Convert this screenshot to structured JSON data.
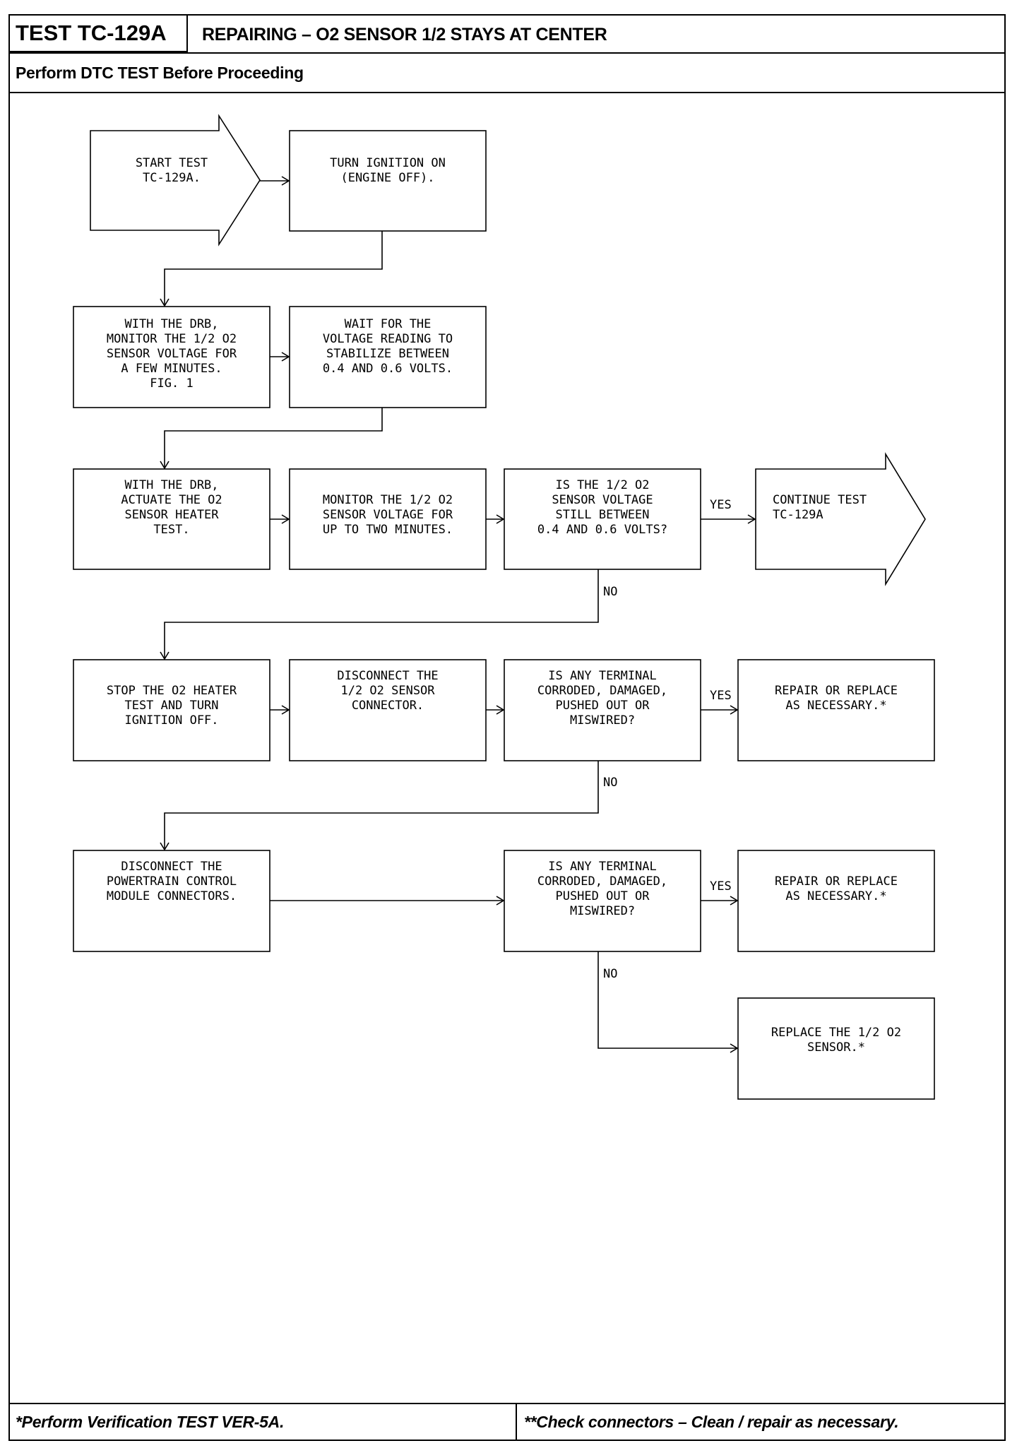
{
  "header": {
    "test_id": "TEST TC-129A",
    "title": "REPAIRING – O2 SENSOR 1/2 STAYS AT CENTER",
    "subtitle": "Perform DTC TEST Before Proceeding"
  },
  "footer": {
    "left": "*Perform Verification TEST VER-5A.",
    "right": "**Check connectors – Clean / repair as necessary."
  },
  "steps": {
    "start": [
      "START TEST",
      "TC-129A."
    ],
    "ignition_on": [
      "TURN IGNITION ON",
      "(ENGINE OFF)."
    ],
    "monitor_few": [
      "WITH THE DRB,",
      "MONITOR THE 1/2 O2",
      "SENSOR VOLTAGE FOR",
      "A FEW MINUTES.",
      "FIG. 1"
    ],
    "wait_stabilize": [
      "WAIT FOR THE",
      "VOLTAGE READING TO",
      "STABILIZE BETWEEN",
      "0.4 AND 0.6 VOLTS."
    ],
    "actuate_heater": [
      "WITH THE DRB,",
      "ACTUATE THE O2",
      "SENSOR HEATER",
      "TEST."
    ],
    "monitor_two": [
      "MONITOR THE 1/2 O2",
      "SENSOR VOLTAGE FOR",
      "UP TO TWO MINUTES."
    ],
    "q_still_between": [
      "IS THE 1/2 O2",
      "SENSOR VOLTAGE",
      "STILL BETWEEN",
      "0.4 AND 0.6 VOLTS?"
    ],
    "continue": [
      "CONTINUE TEST",
      "TC-129A"
    ],
    "stop_heater": [
      "STOP THE O2 HEATER",
      "TEST AND TURN",
      "IGNITION OFF."
    ],
    "disconnect_sensor": [
      "DISCONNECT THE",
      "1/2 O2 SENSOR",
      "CONNECTOR."
    ],
    "q_terminal_1": [
      "IS ANY TERMINAL",
      "CORRODED, DAMAGED,",
      "PUSHED OUT OR",
      "MISWIRED?"
    ],
    "repair_1": [
      "REPAIR OR REPLACE",
      "AS NECESSARY.*"
    ],
    "disconnect_pcm": [
      "DISCONNECT THE",
      "POWERTRAIN CONTROL",
      "MODULE CONNECTORS."
    ],
    "q_terminal_2": [
      "IS ANY TERMINAL",
      "CORRODED, DAMAGED,",
      "PUSHED OUT OR",
      "MISWIRED?"
    ],
    "repair_2": [
      "REPAIR OR REPLACE",
      "AS NECESSARY.*"
    ],
    "replace_sensor": [
      "REPLACE THE 1/2 O2",
      "SENSOR.*"
    ]
  },
  "labels": {
    "yes": "YES",
    "no": "NO"
  }
}
